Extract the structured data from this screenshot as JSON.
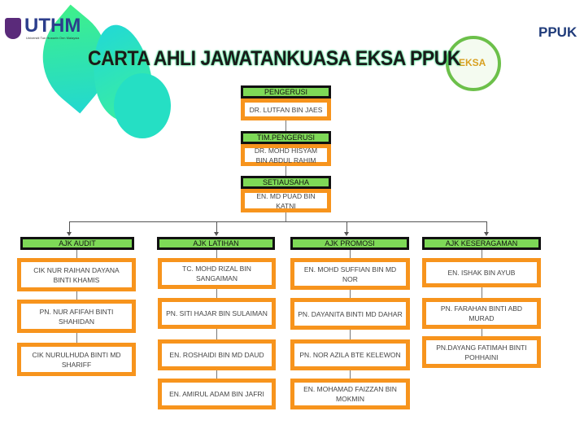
{
  "logos": {
    "uthm": "UTHM",
    "uthm_sub": "Universiti Tun Hussein Onn Malaysia",
    "ppuk": "PPUK",
    "eksa": "EKSA"
  },
  "title": "CARTA AHLI JAWATANKUASA EKSA PPUK",
  "top": [
    {
      "role": "PENGERUSI",
      "name": "DR. LUTFAN BIN JAES"
    },
    {
      "role": "TIM.PENGERUSI",
      "name": "DR. MOHD HISYAM BIN ABDUL RAHIM"
    },
    {
      "role": "SETIAUSAHA",
      "name": "EN. MD PUAD BIN KATNI"
    }
  ],
  "committees": [
    {
      "name": "AJK AUDIT",
      "members": [
        "CIK NUR RAIHAN DAYANA BINTI KHAMIS",
        "PN. NUR AFIFAH BINTI SHAHIDAN",
        "CIK NURULHUDA BINTI MD SHARIFF"
      ]
    },
    {
      "name": "AJK LATIHAN",
      "members": [
        "TC. MOHD RIZAL BIN SANGAIMAN",
        "PN. SITI HAJAR BIN SULAIMAN",
        "EN. ROSHAIDI BIN MD DAUD",
        "EN. AMIRUL ADAM BIN JAFRI"
      ]
    },
    {
      "name": "AJK PROMOSI",
      "members": [
        "EN. MOHD SUFFIAN BIN MD NOR",
        "PN. DAYANITA BINTI MD DAHAR",
        "PN. NOR AZILA BTE KELEWON",
        "EN. MOHAMAD FAIZZAN BIN MOKMIN"
      ]
    },
    {
      "name": "AJK KESERAGAMAN",
      "members": [
        "EN. ISHAK BIN AYUB",
        "PN. FARAHAN BINTI ABD MURAD",
        "PN.DAYANG FATIMAH BINTI POHHAINI"
      ]
    }
  ],
  "colors": {
    "header": "#7ed957",
    "border": "#f7941d",
    "leaf": "#2fe0b0"
  }
}
